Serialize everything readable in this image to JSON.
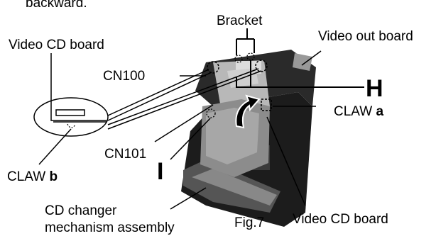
{
  "top_text": "backward.",
  "labels": {
    "bracket": "Bracket",
    "video_out_board": "Video out board",
    "video_cd_board_left": "Video CD board",
    "cn100": "CN100",
    "h": "H",
    "claw_a_prefix": "CLAW ",
    "claw_a_letter": "a",
    "cn101": "CN101",
    "i": "I",
    "claw_b_prefix": "CLAW ",
    "claw_b_letter": "b",
    "cd_changer_line1": "CD changer",
    "cd_changer_line2": "mechanism assembly",
    "fig": "Fig.7",
    "video_cd_board_bottom": "Video CD board"
  }
}
